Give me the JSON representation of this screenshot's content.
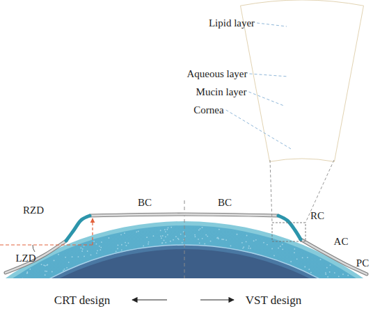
{
  "diagram": {
    "labels": [
      "Lipid layer",
      "Aqueous layer",
      "Mucin layer",
      "Cornea",
      "BC",
      "BC",
      "RC",
      "RZD",
      "LZD",
      "AC",
      "PC",
      "CRT design",
      "VST design"
    ]
  }
}
